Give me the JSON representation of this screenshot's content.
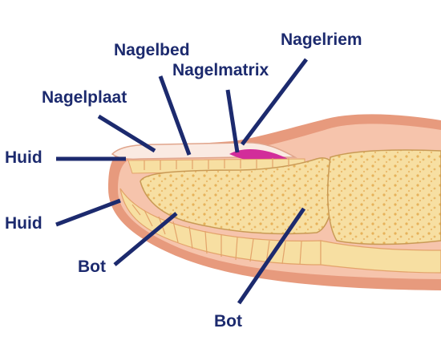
{
  "labels": {
    "nagelbed": "Nagelbed",
    "nagelriem": "Nagelriem",
    "nagelmatrix": "Nagelmatrix",
    "nagelplaat": "Nagelplaat",
    "huid_top": "Huid",
    "huid_bottom": "Huid",
    "bot_left": "Bot",
    "bot_bottom": "Bot"
  },
  "colors": {
    "label_text": "#1c2a6e",
    "skin_outer": "#e79a7d",
    "skin_inner": "#f6c4ac",
    "bone_fill": "#f7dfa2",
    "marrow_spots": "#e7b25a",
    "nail_matrix": "#d22d9a",
    "nail_plate": "#faeae2"
  }
}
